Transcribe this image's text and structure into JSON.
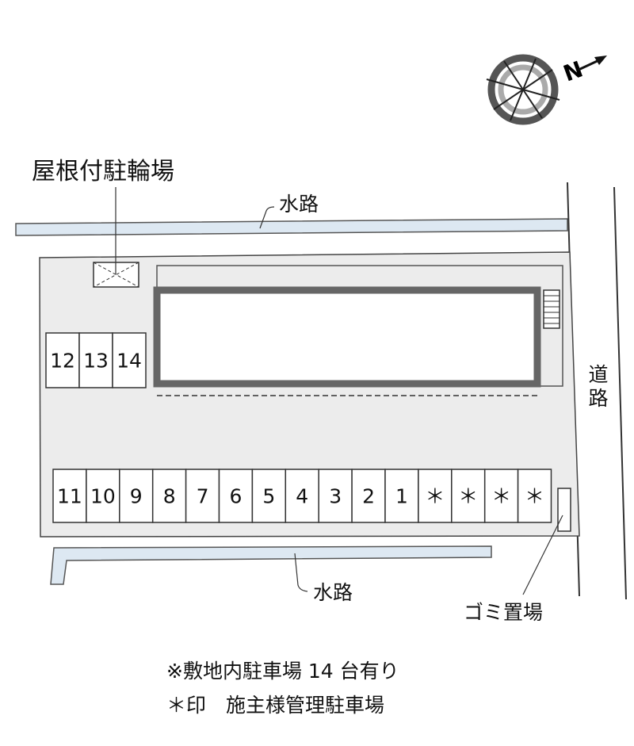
{
  "labels": {
    "bicycle_parking": "屋根付駐輪場",
    "waterway_top": "水路",
    "waterway_bottom": "水路",
    "road": "道路",
    "garbage": "ゴミ置場",
    "compass": "N"
  },
  "parking": {
    "row_top": [
      "12",
      "13",
      "14"
    ],
    "row_bottom": [
      "11",
      "10",
      "9",
      "8",
      "7",
      "6",
      "5",
      "4",
      "3",
      "2",
      "1",
      "＊",
      "＊",
      "＊",
      "＊"
    ]
  },
  "notes": {
    "line1": "※敷地内駐車場 14 台有り",
    "line2": "＊印　施主様管理駐車場"
  },
  "colors": {
    "site": "#ececec",
    "waterway": "#dde8f2",
    "building_outline": "#666666",
    "line": "#333333"
  }
}
